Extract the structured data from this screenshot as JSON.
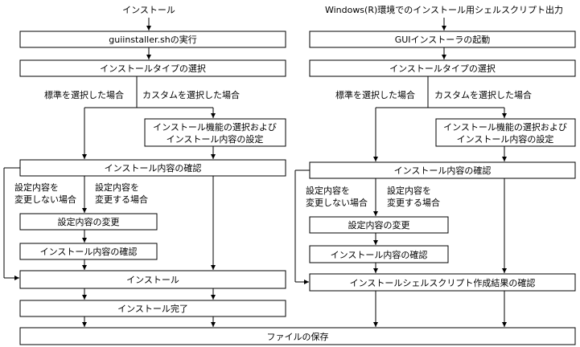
{
  "left": {
    "title": "インストール",
    "run_gui": "guiinstaller.shの実行",
    "select_type": "インストールタイプの選択",
    "standard_selected": "標準を選択した場合",
    "custom_selected": "カスタムを選択した場合",
    "select_features_1": "インストール機能の選択および",
    "select_features_2": "インストール内容の設定",
    "confirm_install": "インストール内容の確認",
    "no_change_1": "設定内容を",
    "no_change_2": "変更しない場合",
    "change_1": "設定内容を",
    "change_2": "変更する場合",
    "change_settings": "設定内容の変更",
    "confirm_again": "インストール内容の確認",
    "install": "インストール",
    "install_done": "インストール完了"
  },
  "right": {
    "title": "Windows(R)環境でのインストール用シェルスクリプト出力",
    "launch_gui": "GUIインストーラの起動",
    "select_type": "インストールタイプの選択",
    "standard_selected": "標準を選択した場合",
    "custom_selected": "カスタムを選択した場合",
    "select_features_1": "インストール機能の選択および",
    "select_features_2": "インストール内容の設定",
    "confirm_install": "インストール内容の確認",
    "no_change_1": "設定内容を",
    "no_change_2": "変更しない場合",
    "change_1": "設定内容を",
    "change_2": "変更する場合",
    "change_settings": "設定内容の変更",
    "confirm_again": "インストール内容の確認",
    "confirm_result": "インストールシェルスクリプト作成結果の確認"
  },
  "bottom": {
    "save_file": "ファイルの保存"
  }
}
